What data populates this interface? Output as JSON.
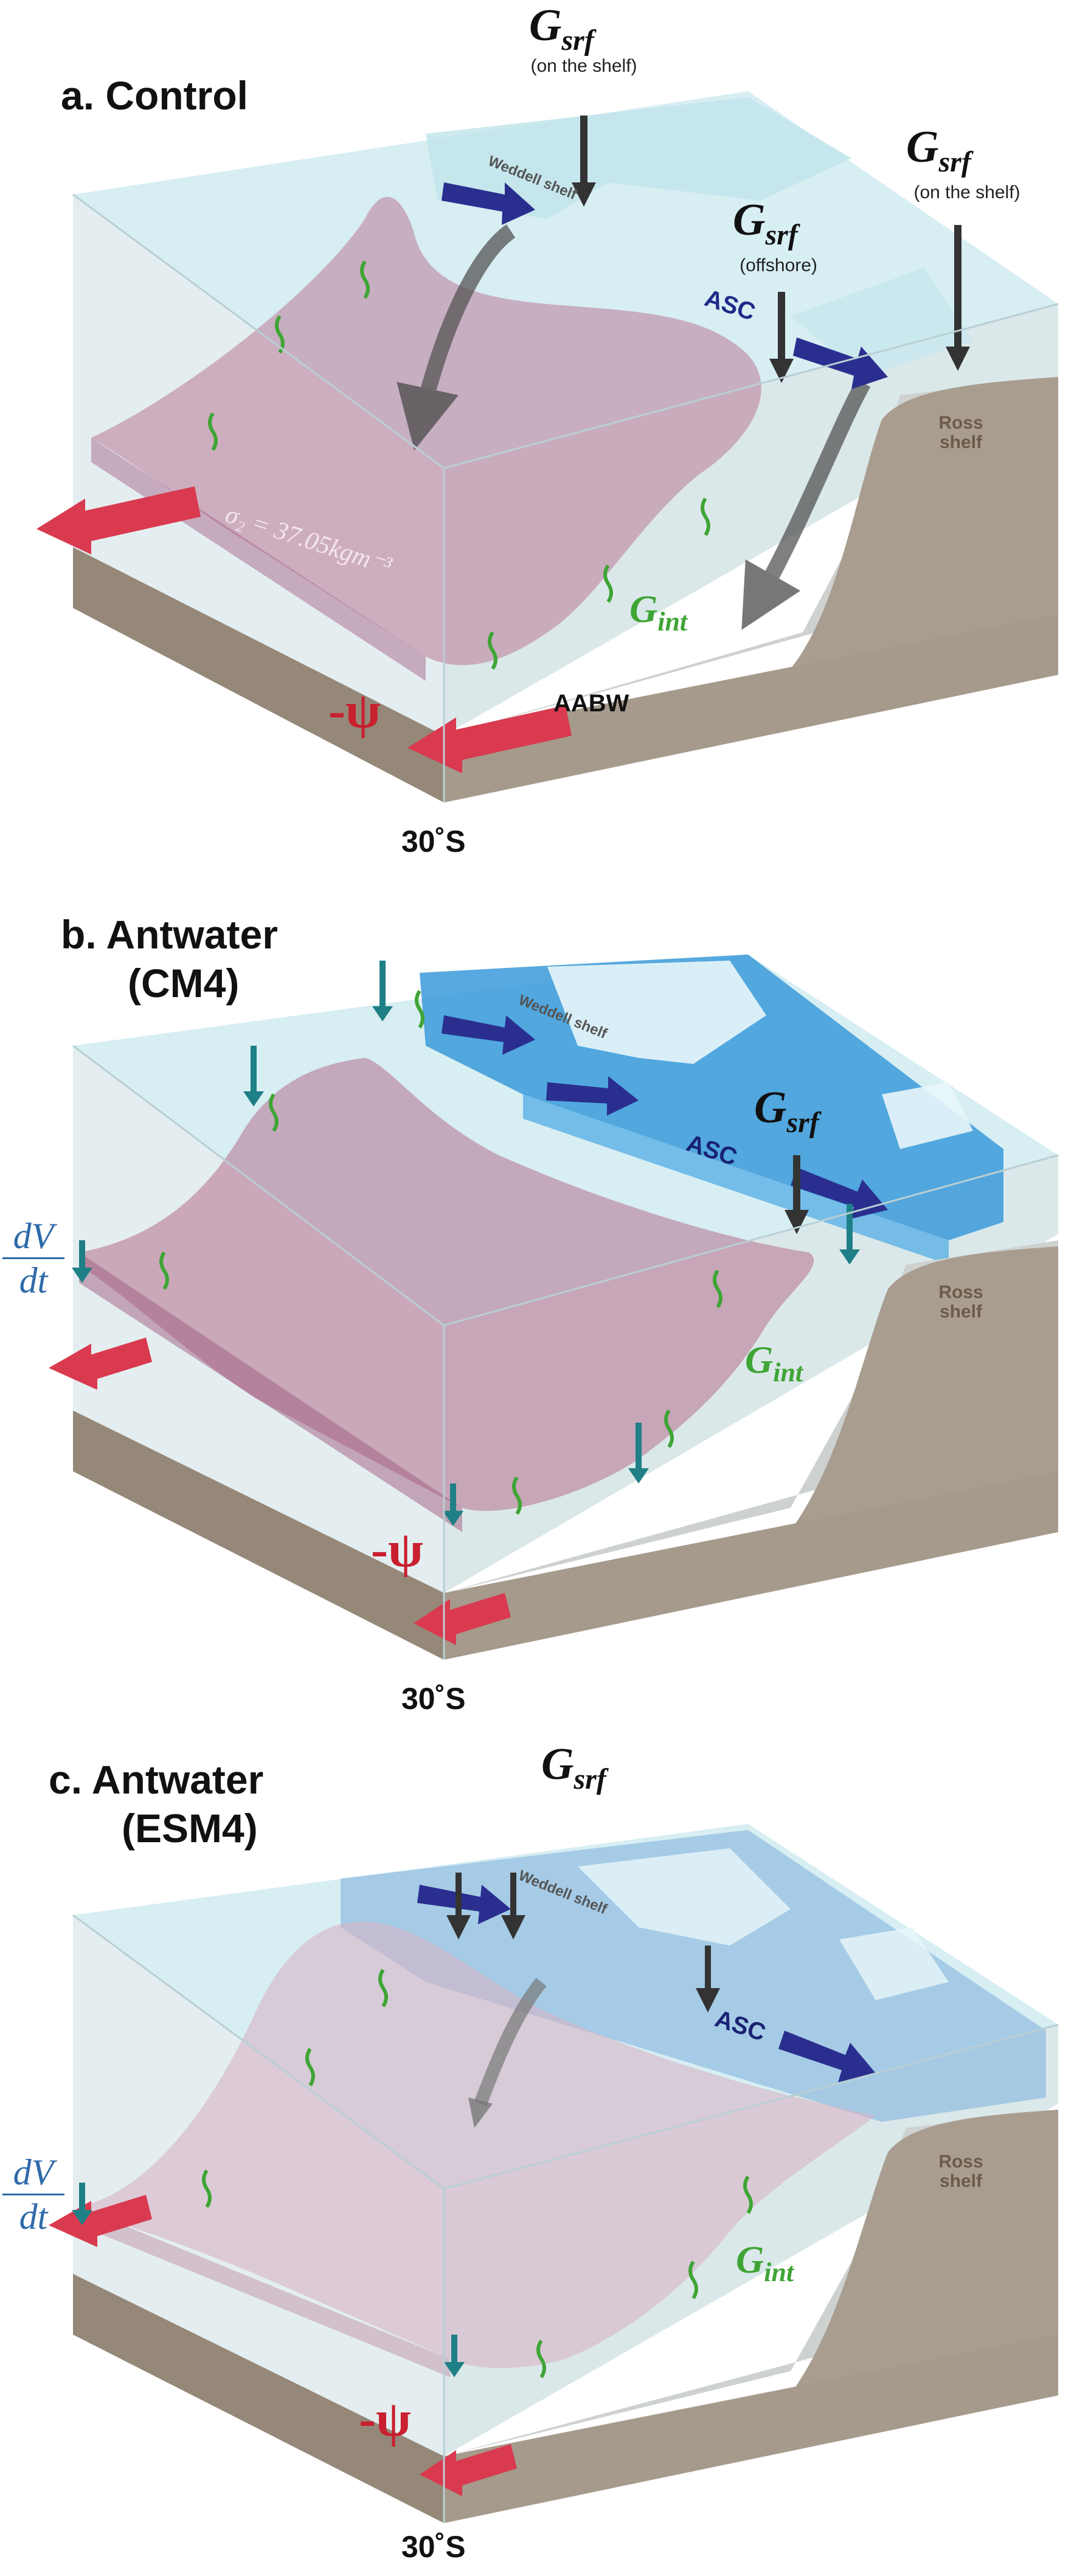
{
  "panel_a": {
    "title": "a. Control",
    "gsrf_base": "G",
    "gsrf_sub": "srf",
    "on_shelf_note": "(on the shelf)",
    "offshore_note": "(offshore)",
    "asc_label": "ASC",
    "weddell_label": "Weddell shelf",
    "ross_label": "Ross shelf",
    "gint_base": "G",
    "gint_sub": "int",
    "psi_label": "-ψ",
    "aabw_label": "AABW",
    "sigma_label": "σ₂ = 37.05kgm⁻³",
    "lat_label": "30˚S"
  },
  "panel_b": {
    "title_line1": "b. Antwater",
    "title_line2": "(CM4)",
    "gsrf_base": "G",
    "gsrf_sub": "srf",
    "asc_label": "ASC",
    "weddell_label": "Weddell shelf",
    "ross_label": "Ross shelf",
    "gint_base": "G",
    "gint_sub": "int",
    "psi_label": "-ψ",
    "dvdt_num": "dV",
    "dvdt_den": "dt",
    "lat_label": "30˚S"
  },
  "panel_c": {
    "title_line1": "c. Antwater",
    "title_line2": "(ESM4)",
    "gsrf_base": "G",
    "gsrf_sub": "srf",
    "asc_label": "ASC",
    "weddell_label": "Weddell shelf",
    "ross_label": "Ross shelf",
    "gint_base": "G",
    "gint_sub": "int",
    "psi_label": "-ψ",
    "dvdt_num": "dV",
    "dvdt_den": "dt",
    "lat_label": "30˚S"
  },
  "colors": {
    "water_top": "#d7eef3",
    "water_side": "#e6eff1",
    "seafloor_top": "#c9cfcd",
    "seafloor_side": "#958879",
    "shelf": "#a99d90",
    "aabw_surface_a": "#b97a95",
    "aabw_surface_b": "#b5708c",
    "aabw_surface_c": "#d7b4c6",
    "meltwater": "#3a9ad9",
    "psi_arrow": "#d93a4f",
    "asc_arrow": "#2a2f8f",
    "gint_arrow": "#3fa535",
    "dvdt_arrow": "#1f7f86",
    "gsrf_arrow": "#333333"
  }
}
